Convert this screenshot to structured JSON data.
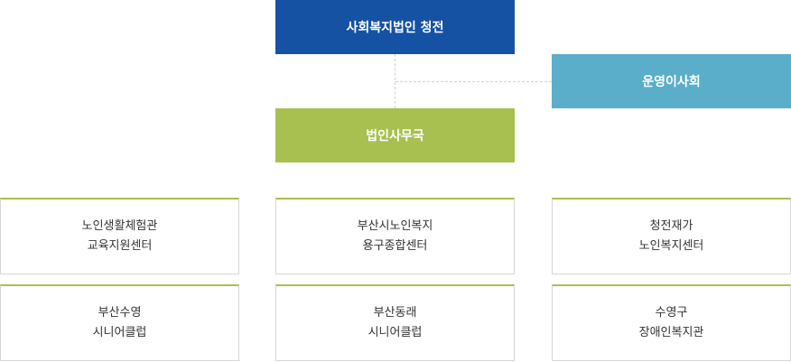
{
  "colors": {
    "top": "#1652a3",
    "board": "#5aaec9",
    "office": "#a8c04f"
  },
  "org": {
    "top": "사회복지법인 청전",
    "board": "운영이사회",
    "office": "법인사무국"
  },
  "facilities": [
    {
      "line1": "노인생활체험관",
      "line2": "교육지원센터"
    },
    {
      "line1": "부산시노인복지",
      "line2": "용구종합센터"
    },
    {
      "line1": "청전재가",
      "line2": "노인복지센터"
    },
    {
      "line1": "부산수영",
      "line2": "시니어클럽"
    },
    {
      "line1": "부산동래",
      "line2": "시니어클럽"
    },
    {
      "line1": "수영구",
      "line2": "장애인복지관"
    }
  ]
}
